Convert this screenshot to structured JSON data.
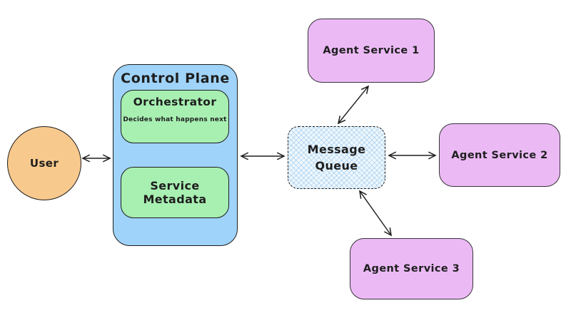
{
  "diagram": {
    "type": "architecture-diagram",
    "background": "#ffffff",
    "nodes": {
      "user": {
        "label": "User",
        "shape": "ellipse",
        "fill": "#f8c98d"
      },
      "control_plane": {
        "label": "Control Plane",
        "shape": "rounded-rectangle",
        "fill": "#9fd3f9"
      },
      "orchestrator": {
        "label": "Orchestrator",
        "description": "Decides what happens next",
        "shape": "rounded-rectangle",
        "fill": "#a8efb2",
        "parent": "Control Plane"
      },
      "service_metadata": {
        "label": "Service Metadata",
        "shape": "rounded-rectangle",
        "fill": "#a8efb2",
        "parent": "Control Plane"
      },
      "message_queue": {
        "label": "Message Queue",
        "shape": "rounded-rectangle",
        "border_style": "dashed",
        "fill_style": "cross-hatch",
        "fill": "#eef7fd"
      },
      "agent_service_1": {
        "label": "Agent Service 1",
        "shape": "rounded-rectangle",
        "fill": "#ebbaf5"
      },
      "agent_service_2": {
        "label": "Agent Service 2",
        "shape": "rounded-rectangle",
        "fill": "#ebbaf5"
      },
      "agent_service_3": {
        "label": "Agent Service 3",
        "shape": "rounded-rectangle",
        "fill": "#ebbaf5"
      }
    },
    "edges": [
      {
        "from": "User",
        "to": "Control Plane",
        "direction": "bidirectional"
      },
      {
        "from": "Control Plane",
        "to": "Message Queue",
        "direction": "bidirectional"
      },
      {
        "from": "Message Queue",
        "to": "Agent Service 1",
        "direction": "bidirectional"
      },
      {
        "from": "Message Queue",
        "to": "Agent Service 2",
        "direction": "bidirectional"
      },
      {
        "from": "Message Queue",
        "to": "Agent Service 3",
        "direction": "bidirectional"
      }
    ],
    "colors": {
      "stroke": "#1e1e1e",
      "user_fill": "#f8c98d",
      "control_plane_fill": "#9fd3f9",
      "green_fill": "#a8efb2",
      "agent_fill": "#ebbaf5",
      "queue_fill": "#eef7fd"
    }
  }
}
